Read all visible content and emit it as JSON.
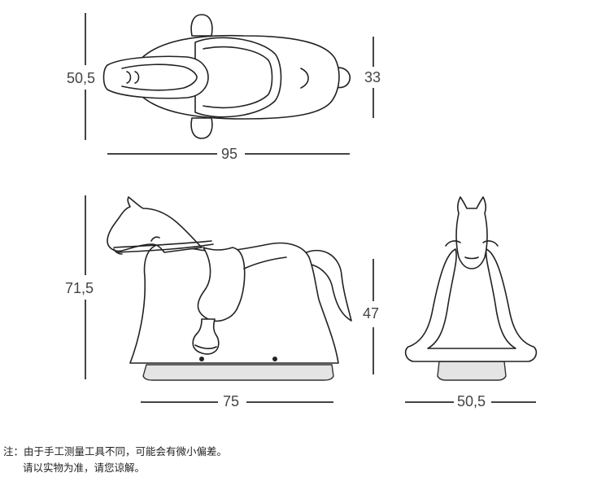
{
  "dimensions": {
    "top_view_depth": "50,5",
    "top_view_height": "33",
    "top_view_length": "95",
    "side_view_height": "71,5",
    "side_view_seat_height": "47",
    "side_view_length": "75",
    "front_view_width": "50,5"
  },
  "note": {
    "line1": "注：由于手工测量工具不同，可能会有微小偏差。",
    "line2": "请以实物为准，请您谅解。"
  }
}
